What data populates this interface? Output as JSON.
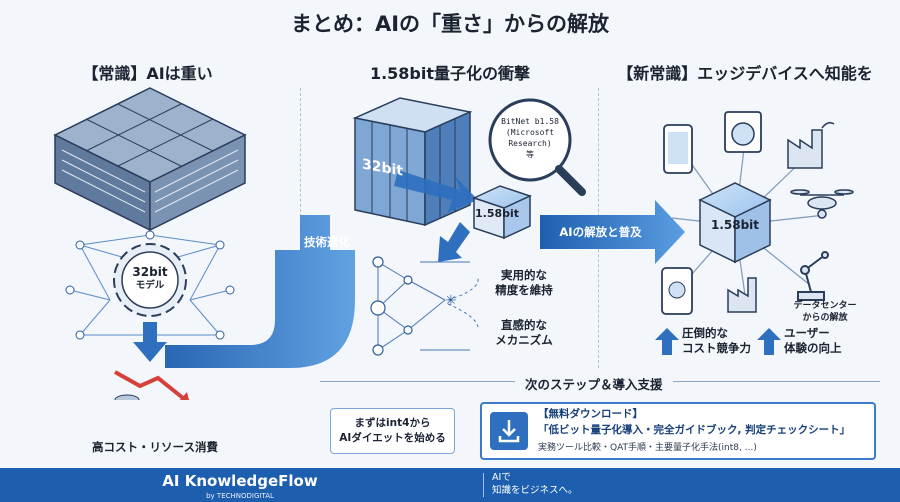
{
  "title": "まとめ：AIの「重さ」からの解放",
  "columns": {
    "left": {
      "heading": "【常識】AIは重い",
      "model_label_1": "32bit",
      "model_label_2": "モデル",
      "cost_label": "高コスト・リソース消費"
    },
    "middle": {
      "heading": "1.58bit量子化の衝撃",
      "big_block": "32bit",
      "small_block": "1.58bit",
      "magnifier_1": "BitNet b1.58",
      "magnifier_2": "(Microsoft",
      "magnifier_3": "Research)",
      "magnifier_4": "等",
      "arrow_tech": "技術進化",
      "bullet_1a": "実用的な",
      "bullet_1b": "精度を維持",
      "bullet_2a": "直感的な",
      "bullet_2b": "メカニズム"
    },
    "right": {
      "heading": "【新常識】エッジデバイスへ知能を",
      "arrow_release": "AIの解放と普及",
      "hub": "1.58bit",
      "dc_label_1": "データセンター",
      "dc_label_2": "からの解放",
      "benefit_1a": "圧倒的な",
      "benefit_1b": "コスト競争力",
      "benefit_2a": "ユーザー",
      "benefit_2b": "体験の向上"
    }
  },
  "next_steps": {
    "title": "次のステップ＆導入支援",
    "start_1": "まずはint4から",
    "start_2": "AIダイエットを始める",
    "download_title": "【無料ダウンロード】",
    "download_main": "「低ビット量子化導入・完全ガイドブック, 判定チェックシート」",
    "download_sub": "実務ツール比較・QAT手順・主要量子化手法(int8, ...)"
  },
  "footer": {
    "brand": "AI KnowledgeFlow",
    "by": "by TECHNODIGITAL",
    "tag_1": "AIで",
    "tag_2": "知識をビジネスへ。"
  },
  "colors": {
    "primary": "#1d5fae",
    "accent": "#2e6fbf",
    "cost_red": "#d6403a"
  }
}
